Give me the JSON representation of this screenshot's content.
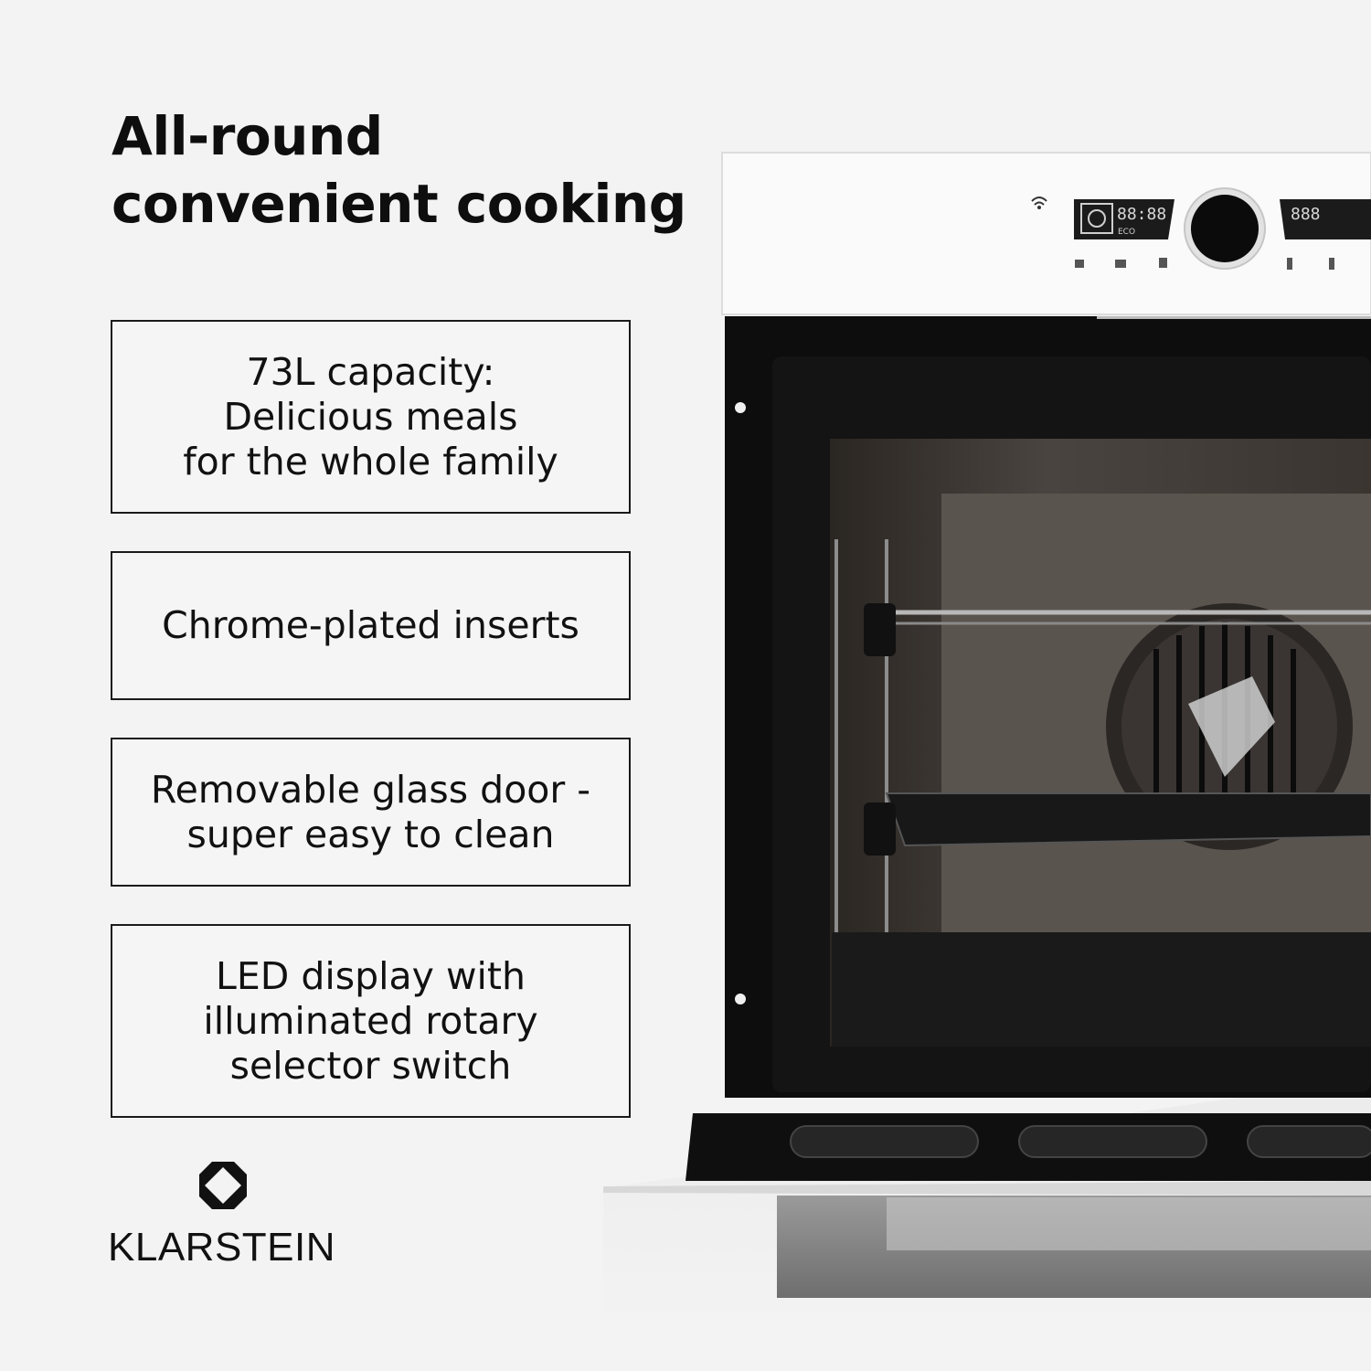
{
  "headline": {
    "line1": "All-round",
    "line2": "convenient cooking"
  },
  "features": [
    {
      "lines": [
        "73L capacity:",
        "Delicious meals",
        "for the whole family"
      ]
    },
    {
      "lines": [
        "Chrome-plated inserts"
      ]
    },
    {
      "lines": [
        "Removable glass door -",
        "super easy to clean"
      ]
    },
    {
      "lines": [
        "LED display with",
        "illuminated rotary",
        "selector switch"
      ]
    }
  ],
  "brand": {
    "name": "KLARSTEIN",
    "logo_icon": "klarstein-diamond-icon"
  },
  "oven_panel": {
    "display_left": "88:88",
    "display_left_sub": "ECO",
    "display_right": "888",
    "wifi_icon": "wifi-icon",
    "knob_icon": "rotary-knob-icon"
  },
  "colors": {
    "background": "#f3f3f3",
    "text": "#111111",
    "oven_panel": "#fafafa",
    "oven_interior": "#1a1a1a"
  }
}
